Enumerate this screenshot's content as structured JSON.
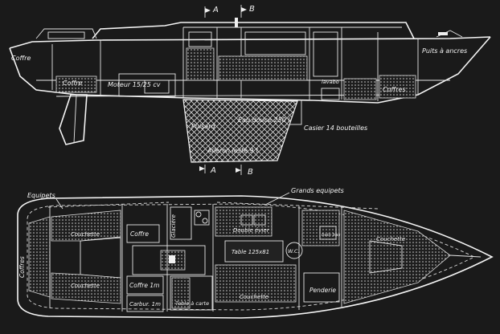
{
  "labels": {
    "section_a": "A",
    "section_b": "B",
    "section_a_bottom": "A",
    "section_b_bottom": "B",
    "coffre_bow": "Coffre",
    "coffre_aft": "Coffre",
    "moteur": "Moteur 15/25 cv",
    "puisard": "Puisard",
    "eau_douce": "Eau douce 250 l",
    "aileron": "Aileron lesté 9 t",
    "casier": "Casier 14 bouteilles",
    "lavabo": "lavabo",
    "coffres_fwd": "Coffres",
    "puits_ancres": "Puits à ancres",
    "equipets": "Equipets",
    "grands_equipets": "Grands equipets",
    "coffres_stern": "Coffres",
    "couchette_1": "Couchette",
    "couchette_2": "Couchette",
    "coffre_plan": "Coffre",
    "coffre_plan_2": "Coffre 1m",
    "carbur": "Carbur. 1m",
    "glaciere": "Glacière",
    "double_evier": "Double évier",
    "table": "Table 125x81",
    "table_carte": "Table à carte",
    "wc": "W.C.",
    "couchette_fwd": "Couchette",
    "couchette_fwd_2": "Couchette",
    "penderie": "Penderie",
    "bain_bas": "bain bas"
  },
  "colors": {
    "background": "#1a1a1a",
    "lines": "#f4f4f4"
  }
}
